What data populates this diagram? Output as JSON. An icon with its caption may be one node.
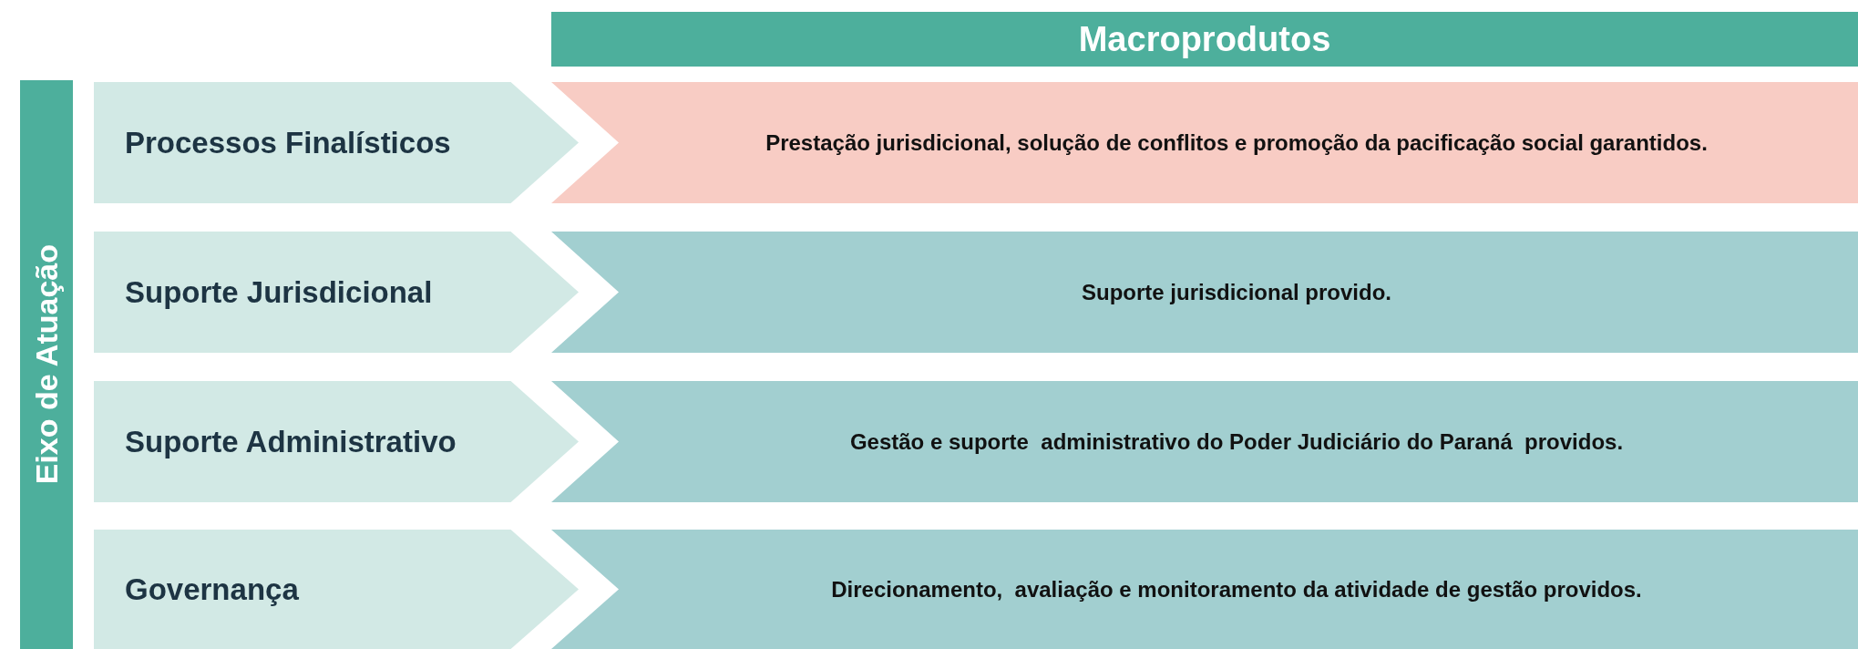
{
  "diagram": {
    "nodes": [
      {
        "text": [
          "Macroprodutos"
        ]
      },
      {
        "text": [
          "Eixo de Atuação"
        ]
      },
      {
        "text": [
          "Processos Finalísticos"
        ]
      },
      {
        "text": [
          "Prestação jurisdicional, solução de conflitos e promoção da pacificação social garantidos."
        ]
      },
      {
        "text": [
          "Suporte Jurisdicional"
        ]
      },
      {
        "text": [
          "Suporte jurisdicional provido."
        ]
      },
      {
        "text": [
          "Suporte Administrativo"
        ]
      },
      {
        "text": [
          "Gestão e suporte  administrativo do Poder Judiciário do Paraná  providos."
        ]
      },
      {
        "text": [
          "Governança"
        ]
      },
      {
        "text": [
          "Direcionamento,  avaliação e monitoramento da atividade de gestão providos."
        ]
      }
    ]
  }
}
